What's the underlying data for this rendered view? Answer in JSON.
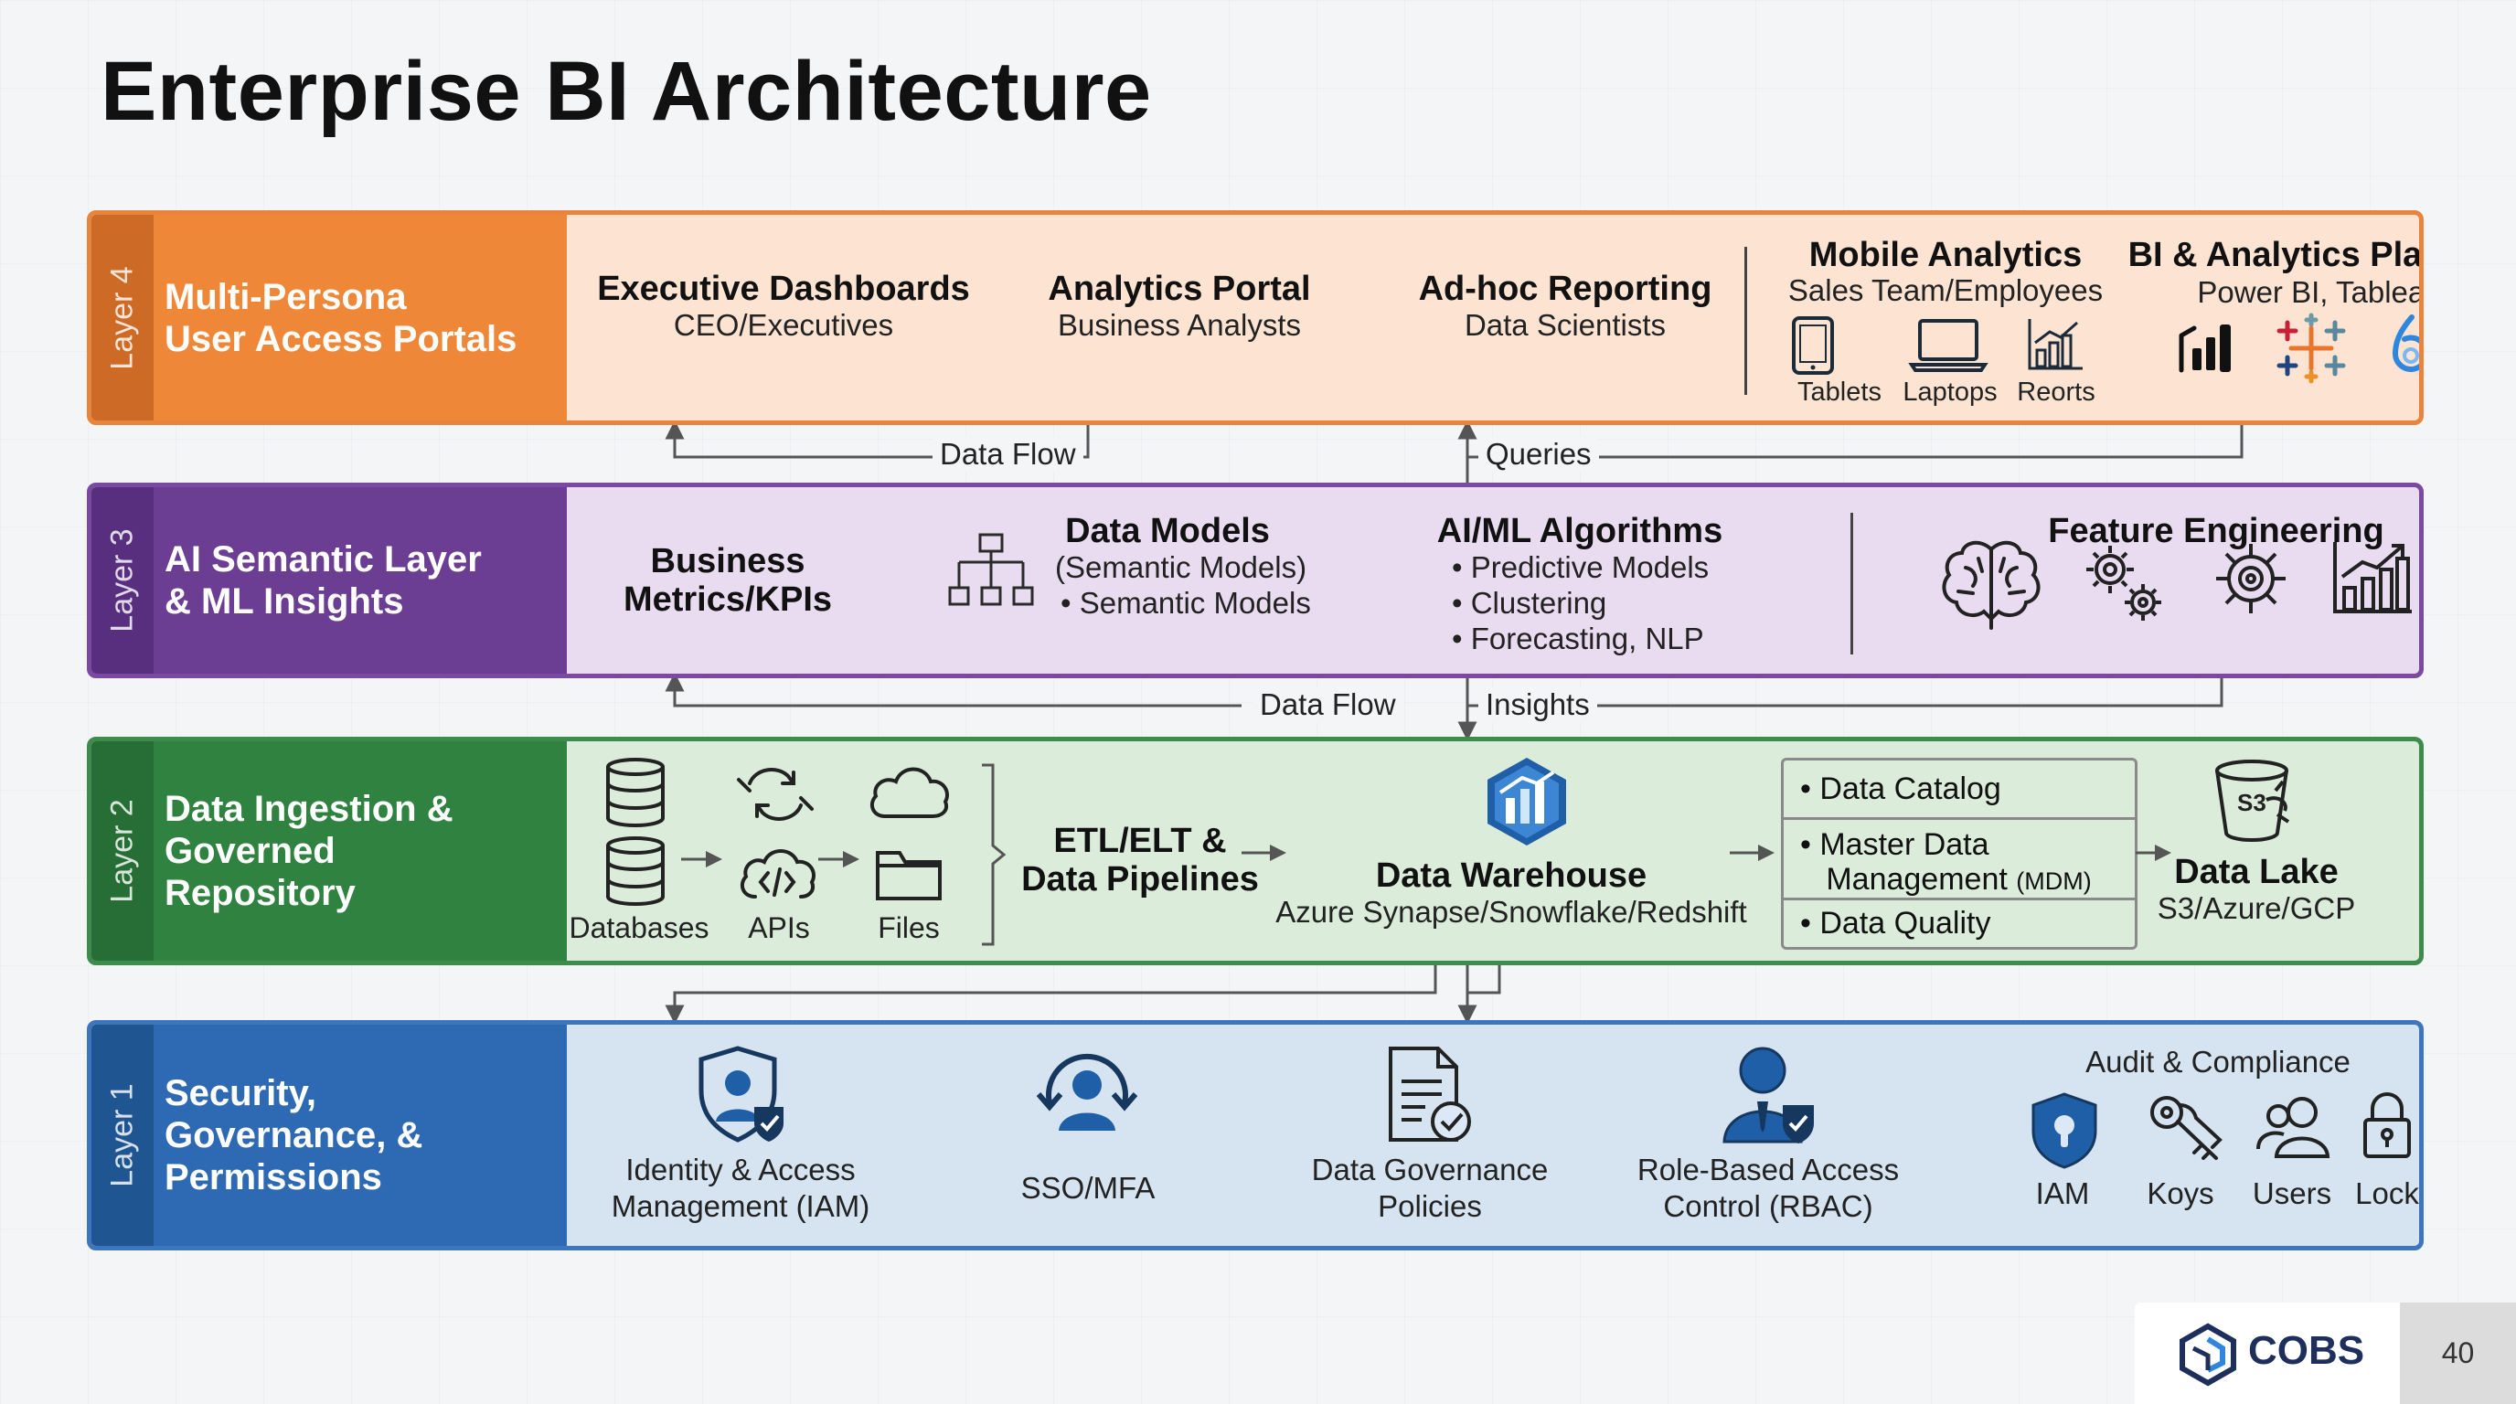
{
  "title": "Enterprise BI Architecture",
  "layer4": {
    "tag": "Layer 4",
    "label": "Multi-Persona\nUser Access Portals",
    "items": [
      {
        "title": "Executive Dashboards",
        "sub": "CEO/Executives"
      },
      {
        "title": "Analytics Portal",
        "sub": "Business Analysts"
      },
      {
        "title": "Ad-hoc Reporting",
        "sub": "Data Scientists"
      }
    ],
    "mobile": {
      "title": "Mobile Analytics",
      "sub": "Sales Team/Employees",
      "devices": [
        "Tablets",
        "Laptops",
        "Reorts"
      ]
    },
    "platform": {
      "title": "BI & Analytics Platform",
      "sub": "Power BI, Tableau"
    }
  },
  "flows_4_3": {
    "left": "Data Flow",
    "right": "Queries"
  },
  "layer3": {
    "tag": "Layer 3",
    "label": "AI Semantic Layer\n& ML Insights",
    "metrics": "Business\nMetrics/KPIs",
    "models": {
      "title": "Data Models",
      "line1": "(Semantic Models)",
      "line2": "• Semantic Models"
    },
    "algorithms": {
      "title": "AI/ML Algorithms",
      "items": [
        "• Predictive Models",
        "• Clustering",
        "• Forecasting, NLP"
      ]
    },
    "feature": "Feature Engineering"
  },
  "flows_3_2": {
    "left": "Data Flow",
    "right": "Insights"
  },
  "layer2": {
    "tag": "Layer 2",
    "label": "Data Ingestion &\nGoverned\nRepository",
    "sources": [
      "Databases",
      "APIs",
      "Files"
    ],
    "etl": "ETL/ELT &\nData Pipelines",
    "warehouse": {
      "title": "Data Warehouse",
      "sub": "Azure Synapse/Snowflake/Redshift"
    },
    "catalog": [
      "Data Catalog",
      "Master Data",
      "Management",
      "(MDM)",
      "Data Quality"
    ],
    "lake": {
      "title": "Data Lake",
      "sub": "S3/Azure/GCP"
    }
  },
  "layer1": {
    "tag": "Layer 1",
    "label": "Security,\nGovernance, &\nPermissions",
    "items": [
      {
        "line1": "Identity & Access",
        "line2": "Management (IAM)"
      },
      {
        "line1": "SSO/MFA",
        "line2": ""
      },
      {
        "line1": "Data Governance",
        "line2": "Policies"
      },
      {
        "line1": "Role-Based Access",
        "line2": "Control (RBAC)"
      }
    ],
    "audit": {
      "title": "Audit & Compliance",
      "items": [
        "IAM",
        "Koys",
        "Users",
        "Lock"
      ]
    }
  },
  "footer": {
    "logo": "COBS",
    "page": "40"
  },
  "colors": {
    "orange": "#ef8738",
    "purple": "#6c3e93",
    "green": "#2f823f",
    "blue": "#2e6ab4",
    "iconBlue": "#1f5fa8"
  }
}
